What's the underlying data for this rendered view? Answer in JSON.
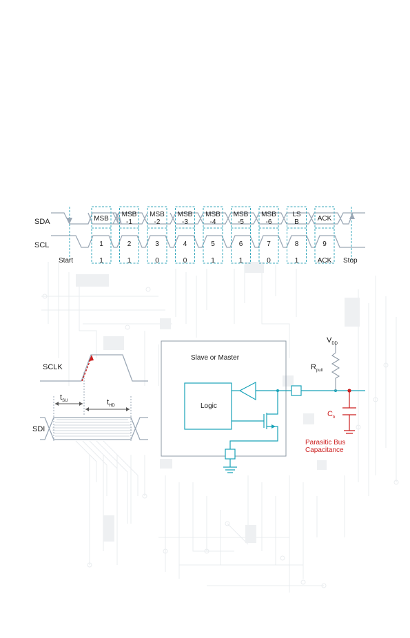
{
  "timing": {
    "sda_label": "SDA",
    "scl_label": "SCL",
    "slots": [
      {
        "sda": [
          "MSB"
        ],
        "scl": "1",
        "bit": "1"
      },
      {
        "sda": [
          "MSB",
          "-1"
        ],
        "scl": "2",
        "bit": "1"
      },
      {
        "sda": [
          "MSB",
          "-2"
        ],
        "scl": "3",
        "bit": "0"
      },
      {
        "sda": [
          "MSB",
          "-3"
        ],
        "scl": "4",
        "bit": "0"
      },
      {
        "sda": [
          "MSB",
          "-4"
        ],
        "scl": "5",
        "bit": "1"
      },
      {
        "sda": [
          "MSB",
          "-5"
        ],
        "scl": "6",
        "bit": "1"
      },
      {
        "sda": [
          "MSB",
          "-6"
        ],
        "scl": "7",
        "bit": "0"
      },
      {
        "sda": [
          "LS",
          "B"
        ],
        "scl": "8",
        "bit": "1"
      },
      {
        "sda": [
          "ACK"
        ],
        "scl": "9",
        "bit": "ACK"
      }
    ],
    "start_label": "Start",
    "stop_label": "Stop"
  },
  "setup_hold": {
    "sclk_label": "SCLK",
    "sdi_label": "SDI",
    "tsu": {
      "main": "t",
      "sub": "SU"
    },
    "thd": {
      "main": "t",
      "sub": "HD"
    }
  },
  "circuit": {
    "box_title": "Slave or Master",
    "logic_label": "Logic",
    "vdd": {
      "main": "V",
      "sub": "DD"
    },
    "rpull": {
      "main": "R",
      "sub": "pull"
    },
    "cb": {
      "main": "C",
      "sub": "b"
    },
    "parasitic_line1": "Parasitic Bus",
    "parasitic_line2": "Capacitance"
  },
  "colors": {
    "waveform": "#9aa7b5",
    "slot_box": "#3aa9bd",
    "circuit": "#17a2b8",
    "box": "#8d99a6",
    "accent_red": "#cc1f1f",
    "text": "#1a1a1a"
  }
}
